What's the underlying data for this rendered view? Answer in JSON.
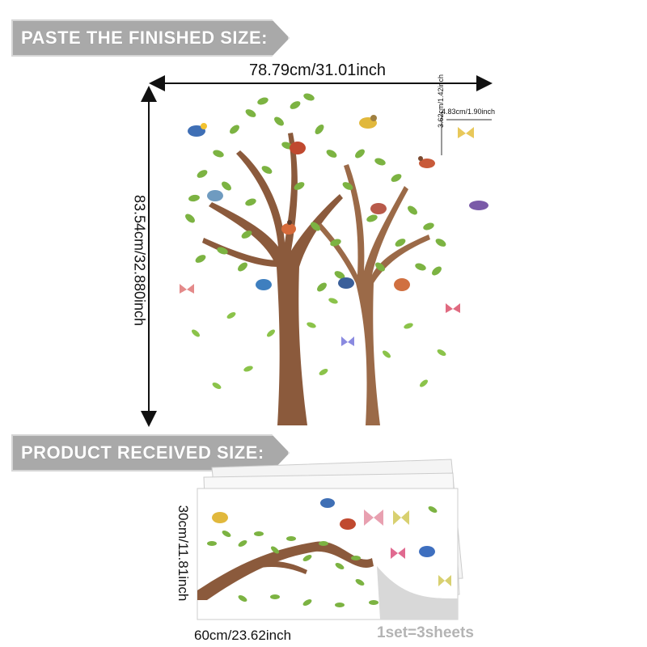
{
  "banners": {
    "top": "PASTE THE FINISHED SIZE:",
    "bottom": "PRODUCT RECEIVED SIZE:"
  },
  "dimensions": {
    "width": "78.79cm/31.01inch",
    "height": "83.54cm/32.880inch",
    "bird_width": "4.83cm/1.90inch",
    "bird_height": "3.62cm/1.42inch",
    "sheet_height": "30cm/11.81inch",
    "sheet_width": "60cm/23.62inch"
  },
  "sheet_count": "1set=3sheets",
  "colors": {
    "banner": "#a9a9a9",
    "trunk": "#8b5a3c",
    "leaf": "#7cb342",
    "leaf_dark": "#4e8a2a"
  }
}
